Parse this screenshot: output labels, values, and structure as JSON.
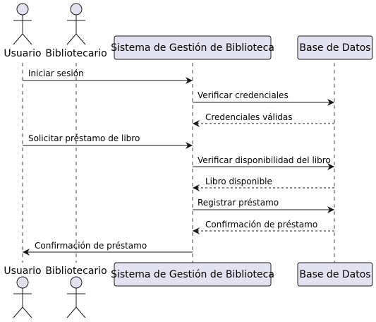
{
  "colors": {
    "participant_fill": "#e2e2f0",
    "participant_stroke": "#181818",
    "lifeline": "#181818",
    "arrow": "#181818"
  },
  "participants": [
    {
      "id": "usuario",
      "label": "Usuario",
      "kind": "actor"
    },
    {
      "id": "bibliotecario",
      "label": "Bibliotecario",
      "kind": "actor"
    },
    {
      "id": "sistema",
      "label": "Sistema de Gestión de Biblioteca",
      "kind": "box"
    },
    {
      "id": "bd",
      "label": "Base de Datos",
      "kind": "box"
    }
  ],
  "messages": [
    {
      "from": "usuario",
      "to": "sistema",
      "label": "Iniciar sesión",
      "style": "solid"
    },
    {
      "from": "sistema",
      "to": "bd",
      "label": "Verificar credenciales",
      "style": "solid"
    },
    {
      "from": "bd",
      "to": "sistema",
      "label": "Credenciales válidas",
      "style": "dashed"
    },
    {
      "from": "usuario",
      "to": "sistema",
      "label": "Solicitar préstamo de libro",
      "style": "solid"
    },
    {
      "from": "sistema",
      "to": "bd",
      "label": "Verificar disponibilidad del libro",
      "style": "solid"
    },
    {
      "from": "bd",
      "to": "sistema",
      "label": "Libro disponible",
      "style": "dashed"
    },
    {
      "from": "sistema",
      "to": "bd",
      "label": "Registrar préstamo",
      "style": "solid"
    },
    {
      "from": "bd",
      "to": "sistema",
      "label": "Confirmación de préstamo",
      "style": "dashed"
    },
    {
      "from": "sistema",
      "to": "usuario",
      "label": "Confirmación de préstamo",
      "style": "solid"
    }
  ]
}
